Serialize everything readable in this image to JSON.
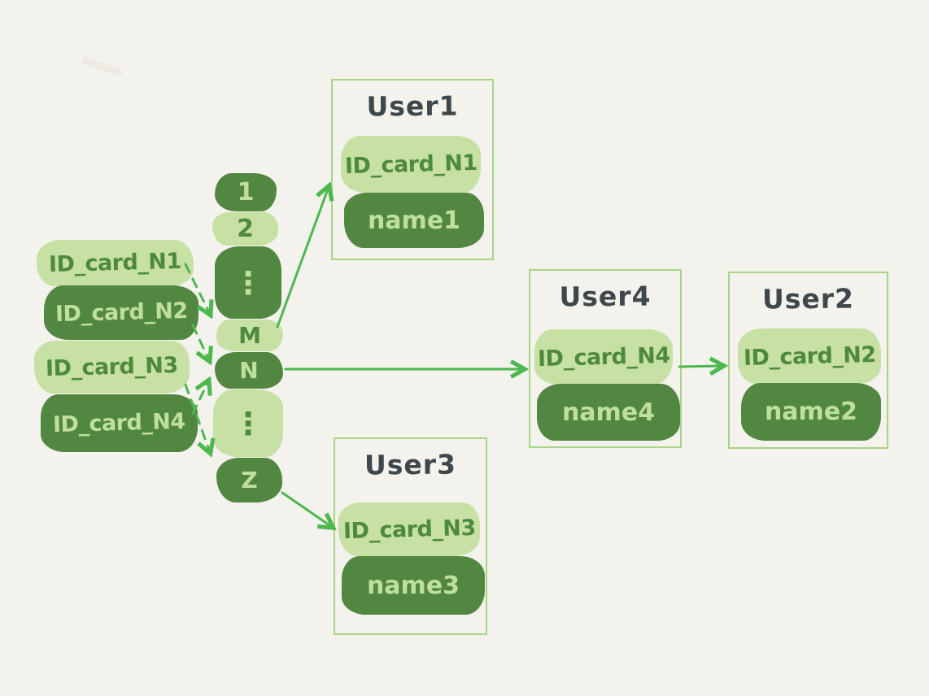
{
  "colors": {
    "bg": "#f3f2ec",
    "pill-light": "#c7e0a3",
    "pill-dark": "#528741",
    "ink-on-dark": "#bfe09c",
    "ink-on-light": "#4d8a3c",
    "arrow": "#4cb84e",
    "box-border": "#a8d486",
    "title-ink": "#3e474b"
  },
  "id_cards": [
    {
      "label": "ID_card_N1",
      "tone": "light"
    },
    {
      "label": "ID_card_N2",
      "tone": "dark"
    },
    {
      "label": "ID_card_N3",
      "tone": "light"
    },
    {
      "label": "ID_card_N4",
      "tone": "dark"
    }
  ],
  "buckets": [
    {
      "label": "1",
      "tone": "dark"
    },
    {
      "label": "2",
      "tone": "light"
    },
    {
      "label": "⋮",
      "tone": "dark"
    },
    {
      "label": "M",
      "tone": "light"
    },
    {
      "label": "N",
      "tone": "dark"
    },
    {
      "label": "⋮",
      "tone": "light"
    },
    {
      "label": "Z",
      "tone": "dark"
    }
  ],
  "users": [
    {
      "title": "User1",
      "id_card": "ID_card_N1",
      "name": "name1"
    },
    {
      "title": "User4",
      "id_card": "ID_card_N4",
      "name": "name4"
    },
    {
      "title": "User2",
      "id_card": "ID_card_N2",
      "name": "name2"
    },
    {
      "title": "User3",
      "id_card": "ID_card_N3",
      "name": "name3"
    }
  ],
  "edges": [
    {
      "from": "ID_card_N1",
      "to": "bucket-M",
      "style": "dashed"
    },
    {
      "from": "ID_card_N2",
      "to": "bucket-N",
      "style": "dashed"
    },
    {
      "from": "ID_card_N3",
      "to": "bucket-Z",
      "style": "dashed"
    },
    {
      "from": "ID_card_N4",
      "to": "bucket-N",
      "style": "dashed"
    },
    {
      "from": "bucket-M",
      "to": "User1",
      "style": "solid"
    },
    {
      "from": "bucket-N",
      "to": "User4",
      "style": "solid"
    },
    {
      "from": "User4",
      "to": "User2",
      "style": "solid"
    },
    {
      "from": "bucket-Z",
      "to": "User3",
      "style": "solid"
    }
  ]
}
